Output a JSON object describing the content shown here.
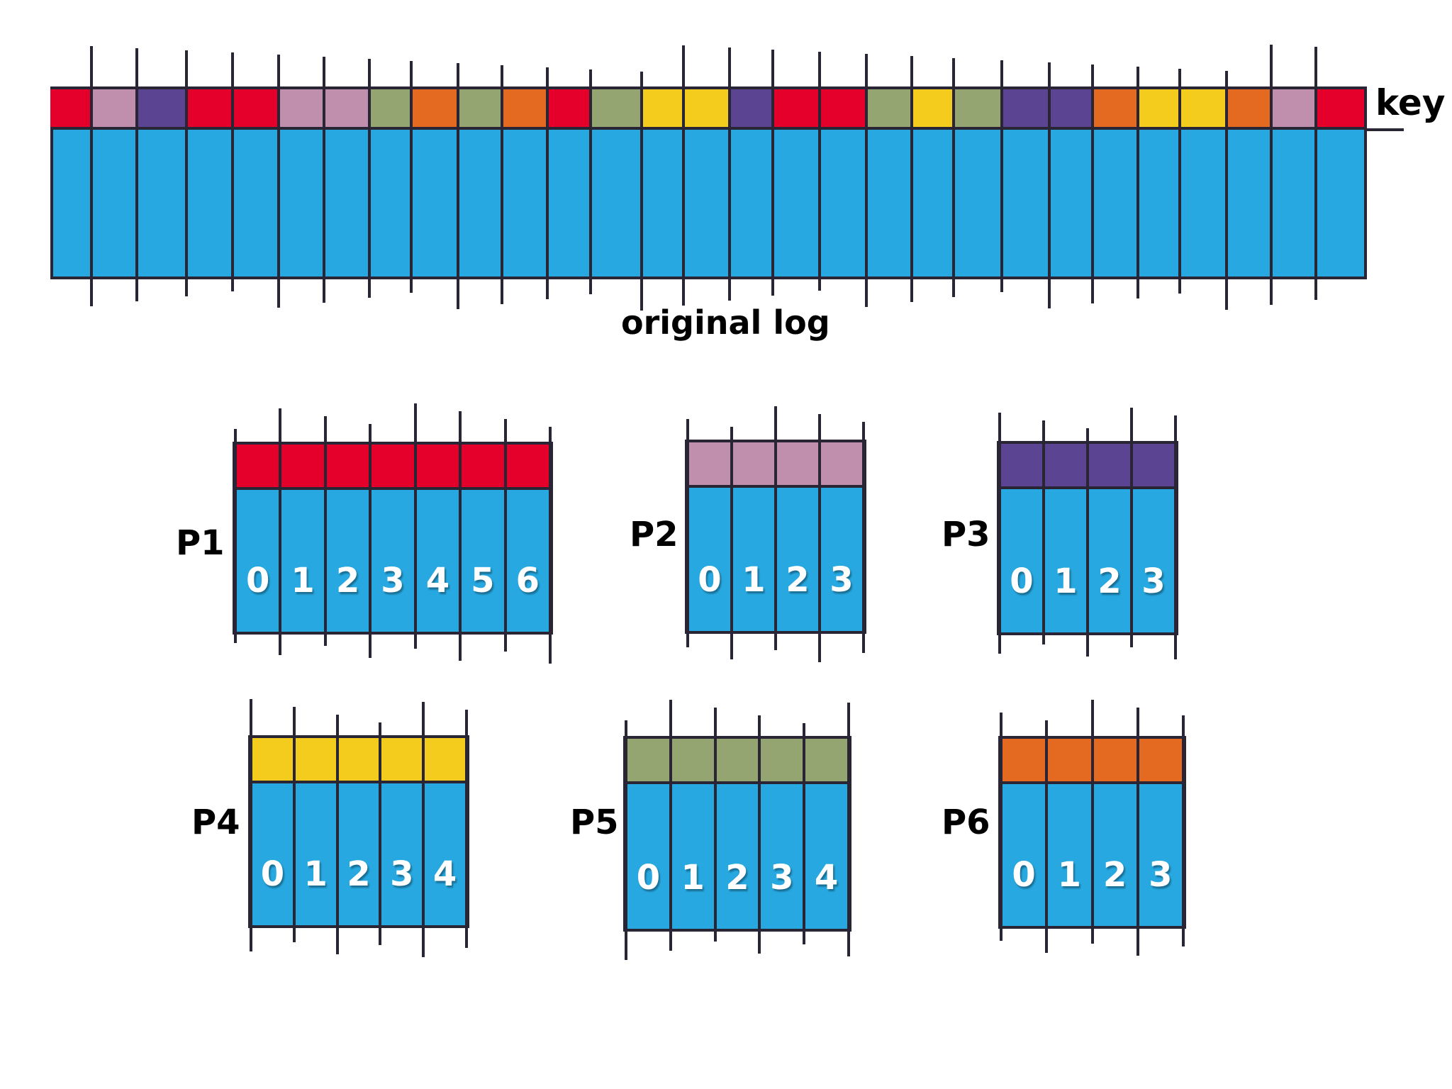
{
  "colors": {
    "red": "#E4002B",
    "pink": "#C08FAE",
    "purple": "#5B4592",
    "green": "#95A572",
    "orange": "#E46A22",
    "yellow": "#F4CC1E",
    "value_blue": "#27A8E0",
    "outline": "#2A2535"
  },
  "original_log": {
    "label": "original log",
    "key_label": "key",
    "keys": [
      "red",
      "pink",
      "purple",
      "red",
      "red",
      "pink",
      "pink",
      "green",
      "orange",
      "green",
      "orange",
      "red",
      "green",
      "yellow",
      "yellow",
      "purple",
      "red",
      "red",
      "green",
      "yellow",
      "green",
      "purple",
      "purple",
      "orange",
      "yellow",
      "yellow",
      "orange",
      "pink",
      "red"
    ],
    "boundaries": [
      71,
      129,
      193,
      263,
      328,
      393,
      457,
      521,
      580,
      646,
      708,
      772,
      833,
      905,
      964,
      1029,
      1090,
      1156,
      1222,
      1286,
      1345,
      1413,
      1480,
      1541,
      1605,
      1664,
      1730,
      1793,
      1856,
      1924
    ]
  },
  "partitions": [
    {
      "label": "P1",
      "key_color": "red",
      "offsets": [
        "0",
        "1",
        "2",
        "3",
        "4",
        "5",
        "6"
      ]
    },
    {
      "label": "P2",
      "key_color": "pink",
      "offsets": [
        "0",
        "1",
        "2",
        "3"
      ]
    },
    {
      "label": "P3",
      "key_color": "purple",
      "offsets": [
        "0",
        "1",
        "2",
        "3"
      ]
    },
    {
      "label": "P4",
      "key_color": "yellow",
      "offsets": [
        "0",
        "1",
        "2",
        "3",
        "4"
      ]
    },
    {
      "label": "P5",
      "key_color": "green",
      "offsets": [
        "0",
        "1",
        "2",
        "3",
        "4"
      ]
    },
    {
      "label": "P6",
      "key_color": "orange",
      "offsets": [
        "0",
        "1",
        "2",
        "3"
      ]
    }
  ]
}
